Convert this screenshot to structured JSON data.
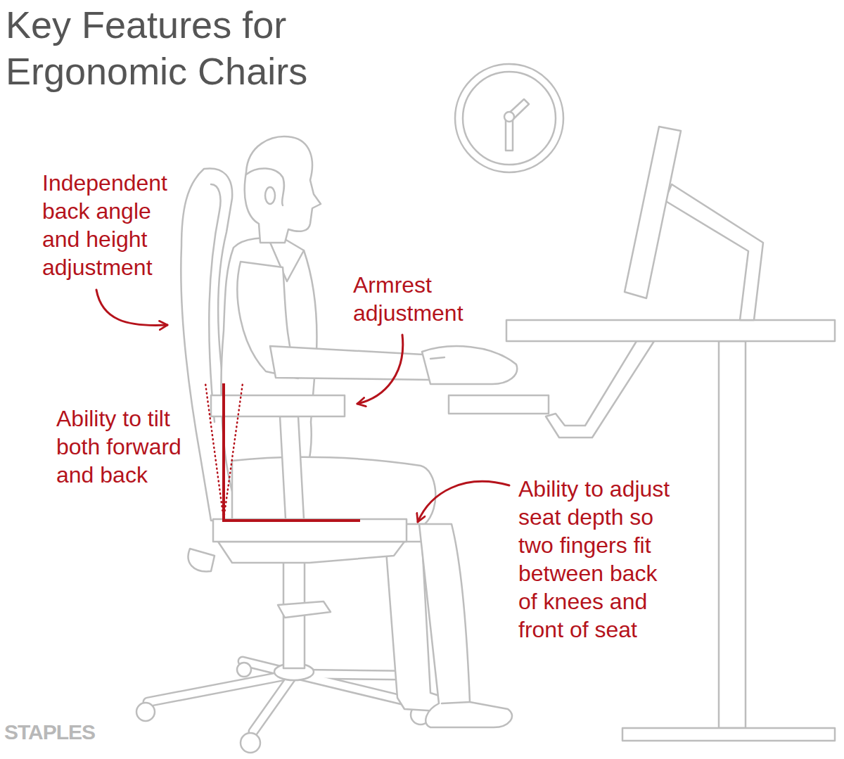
{
  "diagram": {
    "title": "Key Features for Ergonomic Chairs",
    "labels": [
      "Independent back angle and height adjustment",
      "Armrest adjustment",
      "Ability to tilt both forward and back",
      "Ability to adjust seat depth so two fingers fit between back of knees and front of seat",
      "STAPLES"
    ]
  }
}
